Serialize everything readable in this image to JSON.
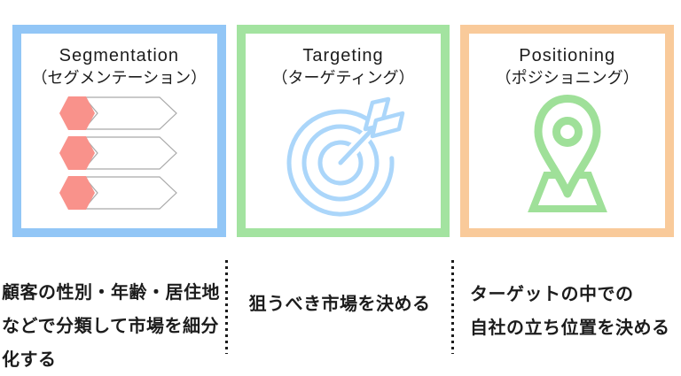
{
  "columns": [
    {
      "title_en": "Segmentation",
      "title_ja": "（セグメンテーション）",
      "icon": "segmented-arrow-list",
      "description": "顧客の性別・年齢・居住地\nなどで分類して市場を細分\n化する"
    },
    {
      "title_en": "Targeting",
      "title_ja": "（ターゲティング）",
      "icon": "dartboard-with-dart",
      "description": "狙うべき市場を決める"
    },
    {
      "title_en": "Positioning",
      "title_ja": "（ポジショニング）",
      "icon": "map-pin-on-map",
      "description": "ターゲットの中での\n自社の立ち位置を決める"
    }
  ],
  "colors": {
    "segmentation_border": "#92C6F6",
    "targeting_border": "#A3E3A0",
    "positioning_border": "#F9CA9A",
    "hexagon_fill": "#F9928B",
    "banner_stroke": "#A9A9A9",
    "dart_stroke": "#ABD6FA",
    "pin_stroke": "#9FE099",
    "text": "#1C1C1C",
    "divider": "#1C1C1C",
    "background": "#FFFFFF"
  }
}
